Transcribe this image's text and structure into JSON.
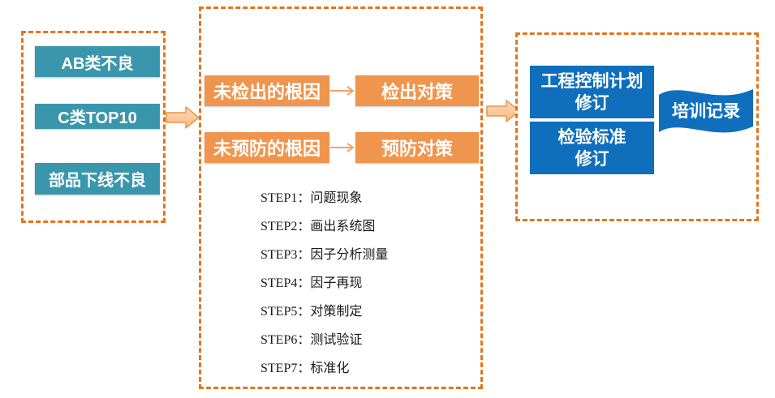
{
  "colors": {
    "panel_border": "#E2751D",
    "teal_box": "#3A96AC",
    "orange_box": "#F0954E",
    "blue_box": "#0F6FBC",
    "block_arrow_fill_light": "#FBDCBC",
    "block_arrow_fill_dark": "#F8B87E",
    "block_arrow_stroke": "#E9964F",
    "thin_arrow_stroke": "#F2A469",
    "box_text": "#FFFFFF",
    "step_text": "#1A1A1A"
  },
  "left_panel": {
    "items": [
      "AB类不良",
      "C类TOP10",
      "部品下线不良"
    ]
  },
  "middle_panel": {
    "rows": [
      {
        "cause": "未检出的根因",
        "action": "检出对策"
      },
      {
        "cause": "未预防的根因",
        "action": "预防对策"
      }
    ],
    "steps": [
      {
        "label": "STEP1：",
        "text": "问题现象"
      },
      {
        "label": "STEP2：",
        "text": "画出系统图"
      },
      {
        "label": "STEP3：",
        "text": "因子分析测量"
      },
      {
        "label": "STEP4：",
        "text": "因子再现"
      },
      {
        "label": "STEP5：",
        "text": "对策制定"
      },
      {
        "label": "STEP6：",
        "text": "测试验证"
      },
      {
        "label": "STEP7：",
        "text": "标准化"
      }
    ]
  },
  "right_panel": {
    "boxes": [
      {
        "line1": "工程控制计划",
        "line2": "修订"
      },
      {
        "line1": "检验标准",
        "line2": "修订"
      }
    ],
    "flag_label": "培训记录"
  }
}
